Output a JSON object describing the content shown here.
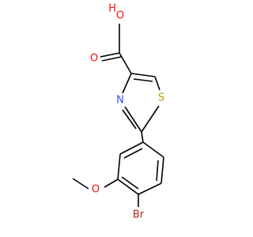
{
  "atoms": {
    "O_top": {
      "symbol": "O",
      "color": "#ff0d0d"
    },
    "H_top": {
      "symbol": "H",
      "color": "#ff0d0d"
    },
    "O_carbonyl": {
      "symbol": "O",
      "color": "#ff0d0d"
    },
    "S": {
      "symbol": "S",
      "color": "#b8a000"
    },
    "N": {
      "symbol": "N",
      "color": "#3050f8"
    },
    "O_methoxy": {
      "symbol": "O",
      "color": "#ff0d0d"
    },
    "Br": {
      "symbol": "Br",
      "color": "#a62929"
    }
  },
  "bond_color": "#000000"
}
